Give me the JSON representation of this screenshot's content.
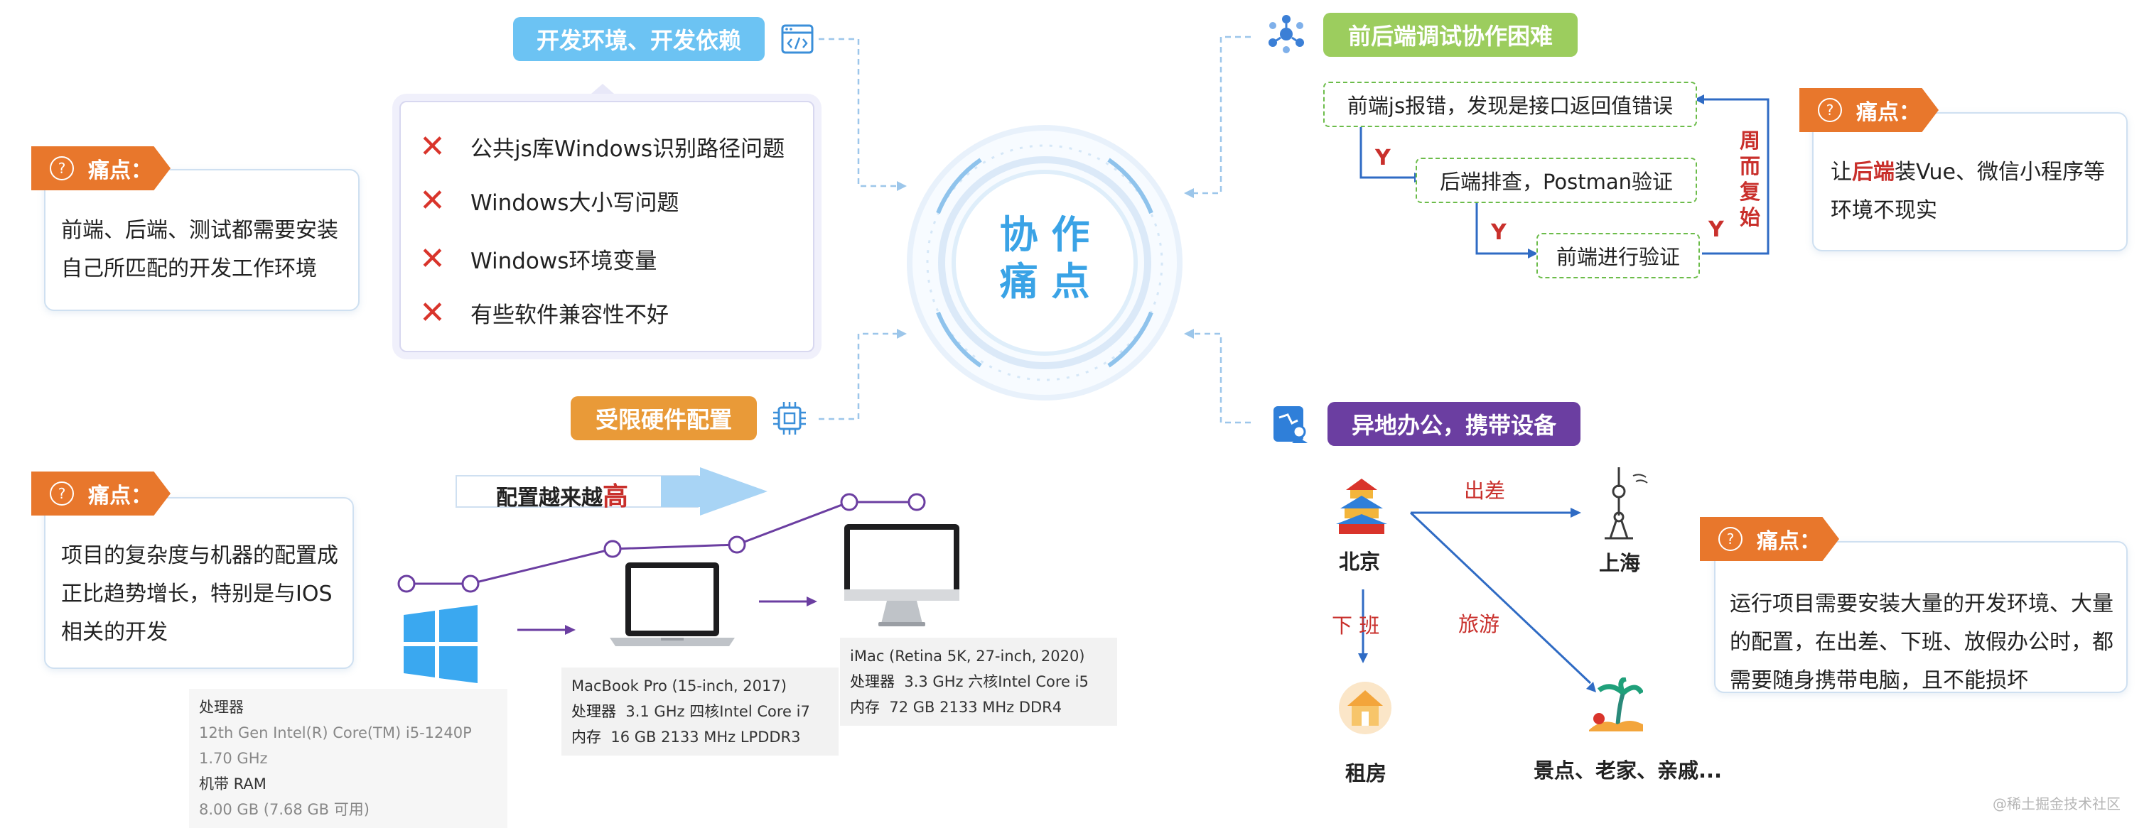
{
  "center": {
    "line1": "协 作",
    "line2": "痛 点"
  },
  "sections": {
    "dev_env": {
      "title": "开发环境、开发依赖",
      "icon": "code-window-icon"
    },
    "collab": {
      "title": "前后端调试协作困难",
      "icon": "network-cube-icon"
    },
    "hardware": {
      "title": "受限硬件配置",
      "icon": "cpu-chip-icon"
    },
    "remote": {
      "title": "异地办公，携带设备",
      "icon": "remote-person-icon"
    }
  },
  "issues": [
    "公共js库Windows识别路径问题",
    "Windows大小写问题",
    "Windows环境变量",
    "有些软件兼容性不好"
  ],
  "pain_label": "痛点：",
  "pain_points": {
    "left_top": "前端、后端、测试都需要安装自己所匹配的开发工作环境",
    "left_bottom": "项目的复杂度与机器的配置成正比趋势增长，特别是与IOS相关的开发",
    "right_top_pre": "让",
    "right_top_emph": "后端",
    "right_top_post": "装Vue、微信小程序等环境不现实",
    "right_bottom": "运行项目需要安装大量的开发环境、大量的配置，在出差、下班、放假办公时，都需要随身携带电脑，且不能损坏"
  },
  "flow": {
    "step1": "前端js报错，发现是接口返回值错误",
    "step2": "后端排查，Postman验证",
    "step3": "前端进行验证",
    "yes": "Y",
    "cycle": "周而复始"
  },
  "config_banner": {
    "text": "配置越来越",
    "emph": "高"
  },
  "devices": {
    "windows": {
      "cpu_label": "处理器",
      "cpu": "12th Gen Intel(R) Core(TM) i5-1240P   1.70 GHz",
      "ram_label": "机带 RAM",
      "ram": "8.00 GB (7.68 GB 可用)"
    },
    "macbook": {
      "name": "MacBook Pro (15-inch, 2017)",
      "cpu_label": "处理器",
      "cpu": "3.1 GHz 四核Intel Core i7",
      "mem_label": "内存",
      "mem": "16 GB 2133 MHz LPDDR3"
    },
    "imac": {
      "name": "iMac (Retina 5K, 27-inch, 2020)",
      "cpu_label": "处理器",
      "cpu": "3.3 GHz 六核Intel Core i5",
      "mem_label": "内存",
      "mem": "72 GB 2133 MHz DDR4"
    }
  },
  "travel": {
    "beijing": "北京",
    "shanghai": "上海",
    "rent": "租房",
    "scenic": "景点、老家、亲戚...",
    "trip": "出差",
    "offwork": "下 班",
    "tour": "旅游"
  },
  "watermark": "@稀土掘金技术社区",
  "colors": {
    "blue_pill": "#6cc3f3",
    "green_pill": "#9ccd5e",
    "orange_pill": "#e99a38",
    "purple_pill": "#6b3ea1",
    "pain_tag": "#e8772c",
    "arrow_blue": "#2f6bc4",
    "center_text": "#3aa3e6"
  }
}
